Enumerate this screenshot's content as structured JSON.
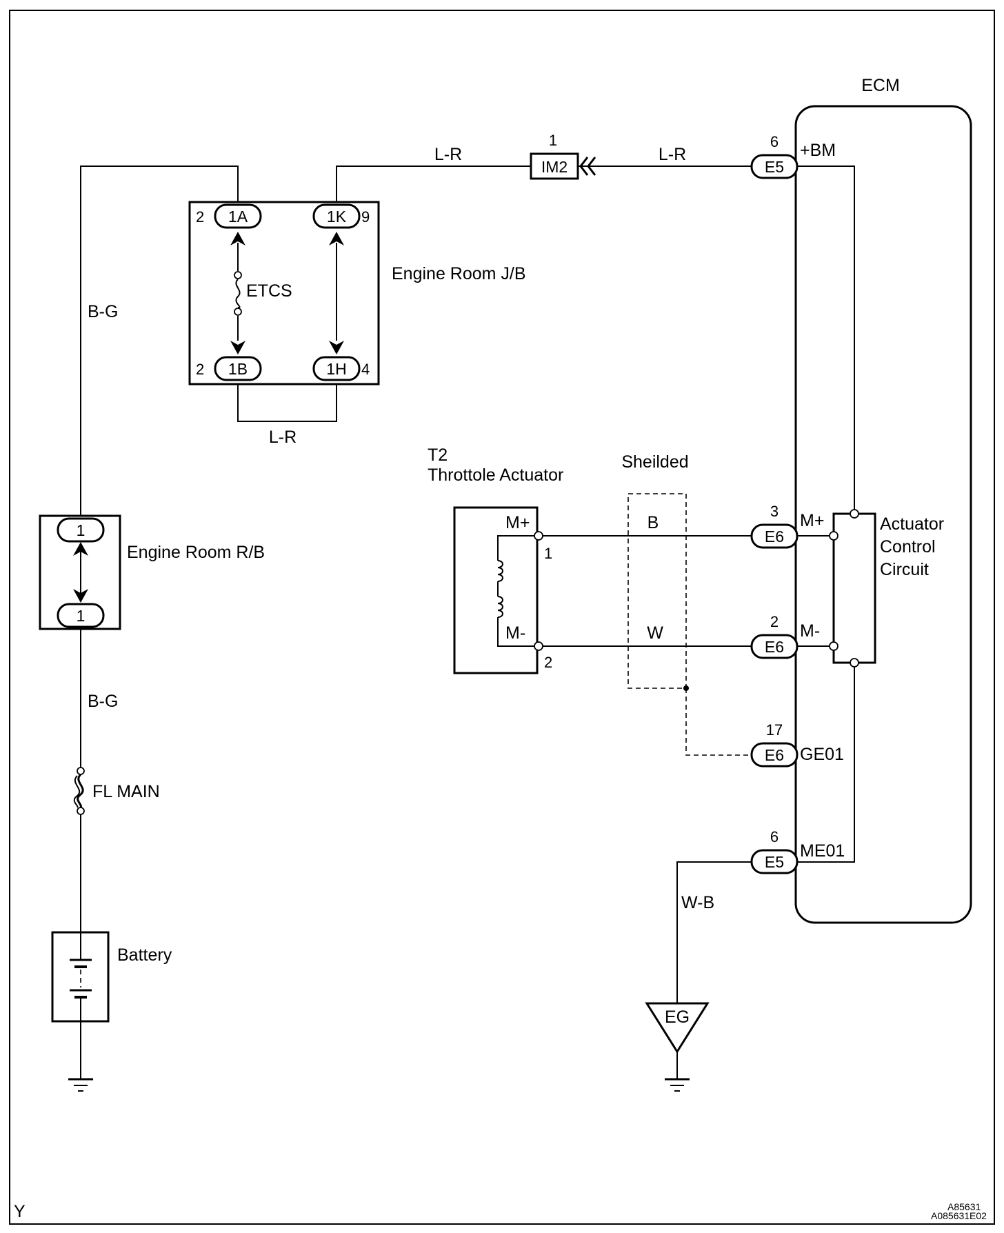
{
  "ecm": {
    "title": "ECM",
    "plus_bm": "+BM",
    "m_plus": "M+",
    "m_minus": "M-",
    "ge01": "GE01",
    "me01": "ME01",
    "actuator_circuit": [
      "Actuator",
      "Control",
      "Circuit"
    ]
  },
  "connectors": {
    "e5_top": {
      "name": "E5",
      "pin": "6"
    },
    "e6_mplus": {
      "name": "E6",
      "pin": "3"
    },
    "e6_mminus": {
      "name": "E6",
      "pin": "2"
    },
    "e6_ge01": {
      "name": "E6",
      "pin": "17"
    },
    "e5_me01": {
      "name": "E5",
      "pin": "6"
    },
    "im2": {
      "name": "IM2",
      "pin": "1"
    }
  },
  "wires": {
    "lr_left": "L-R",
    "lr_right": "L-R",
    "lr_bottom": "L-R",
    "bg_top": "B-G",
    "bg_bottom": "B-G",
    "b": "B",
    "w": "W",
    "wb": "W-B"
  },
  "junction_block": {
    "label": "Engine Room J/B",
    "fuse": "ETCS",
    "c1a": {
      "name": "1A",
      "pin": "2"
    },
    "c1k": {
      "name": "1K",
      "pin": "9"
    },
    "c1b": {
      "name": "1B",
      "pin": "2"
    },
    "c1h": {
      "name": "1H",
      "pin": "4"
    }
  },
  "relay_block": {
    "label": "Engine Room R/B",
    "top": "1",
    "bottom": "1"
  },
  "fl_main": "FL MAIN",
  "battery": "Battery",
  "ground_eg": "EG",
  "actuator": {
    "code": "T2",
    "name": "Throttole Actuator",
    "m_plus": "M+",
    "m_minus": "M-",
    "pin1": "1",
    "pin2": "2"
  },
  "shielded": "Sheilded",
  "corner_mark": "Y",
  "figure_id_1": "A85631",
  "figure_id_2": "A085631E02"
}
